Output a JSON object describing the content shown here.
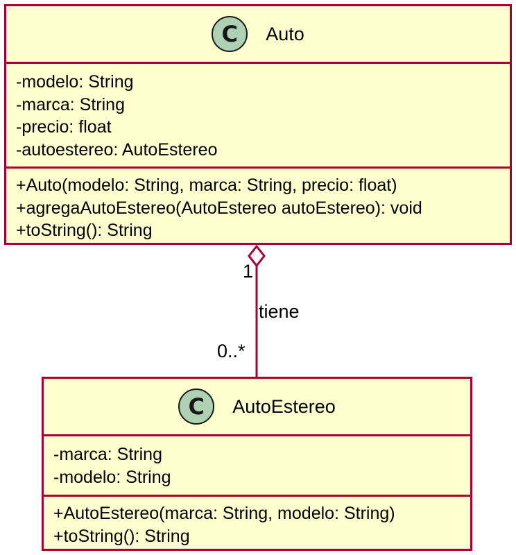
{
  "classes": {
    "auto": {
      "name": "Auto",
      "stereotype_icon": "C",
      "attributes": [
        "-modelo: String",
        "-marca: String",
        "-precio: float",
        "-autoestereo: AutoEstereo"
      ],
      "methods": [
        "+Auto(modelo: String, marca: String, precio: float)",
        "+agregaAutoEstereo(AutoEstereo autoEstereo): void",
        "+toString(): String"
      ]
    },
    "autoestereo": {
      "name": "AutoEstereo",
      "stereotype_icon": "C",
      "attributes": [
        "-marca: String",
        "-modelo: String"
      ],
      "methods": [
        "+AutoEstereo(marca: String, modelo: String)",
        "+toString(): String"
      ]
    }
  },
  "relation": {
    "label": "tiene",
    "type": "aggregation",
    "source_multiplicity": "1",
    "target_multiplicity": "0..*"
  },
  "colors": {
    "class_fill": "#fefece",
    "border": "#a80036",
    "icon_fill": "#add1b2"
  }
}
